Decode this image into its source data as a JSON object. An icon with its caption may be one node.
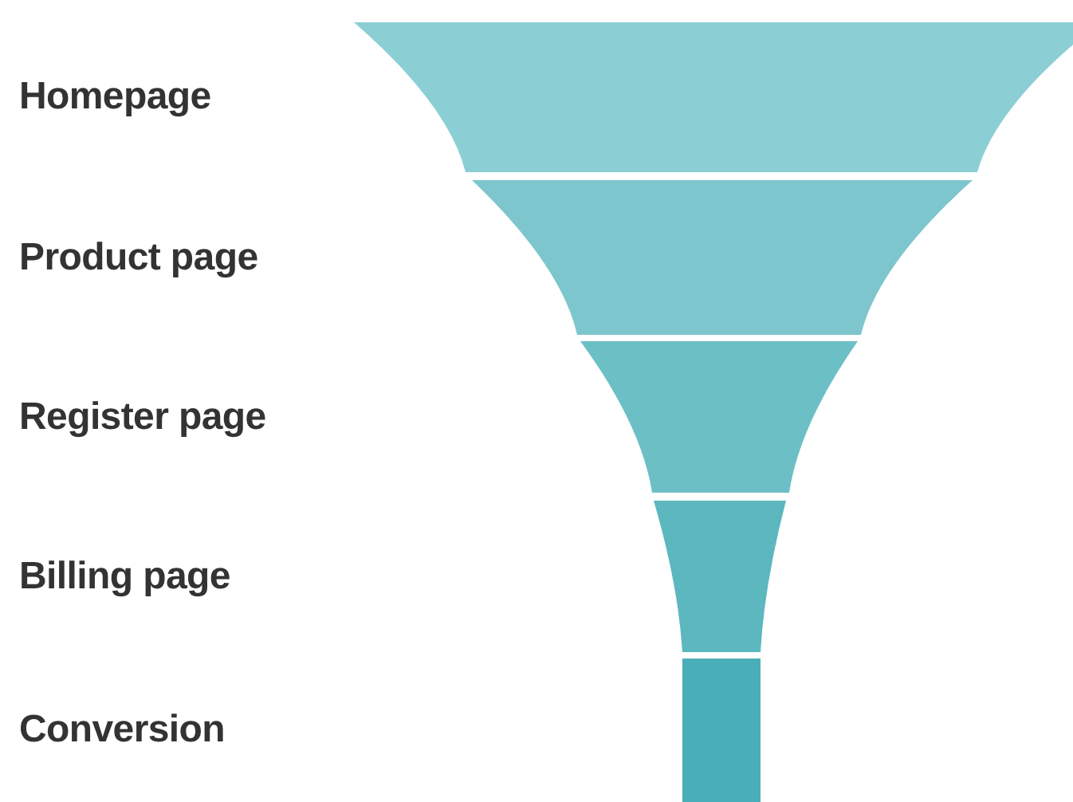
{
  "diagram": {
    "labels": [
      "Homepage",
      "Product page",
      "Register page",
      "Billing page",
      "Conversion"
    ]
  }
}
